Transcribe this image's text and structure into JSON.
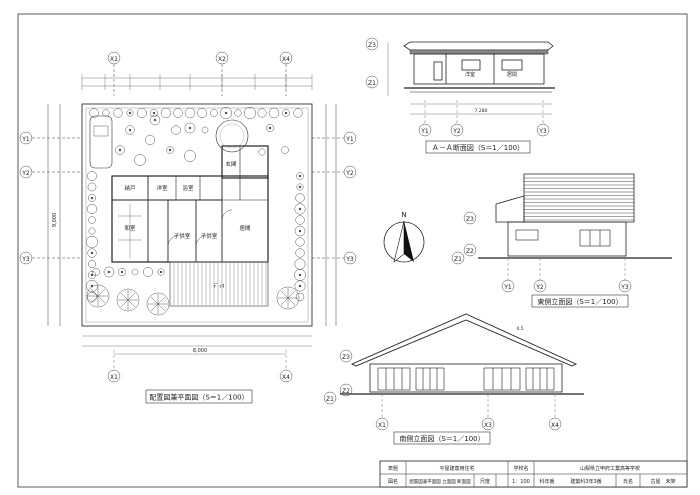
{
  "captions": {
    "plan": "配置図兼平面図（S＝1／100）",
    "section": "Ａ－Ａ断面図（S＝1／100）",
    "east": "東側立面図（S＝1／100）",
    "south": "南側立面図（S＝1／100）"
  },
  "north": "N",
  "plan_rooms": {
    "r1": "納戸",
    "r2": "洋室",
    "r3": "浴室",
    "r4": "和室",
    "r5": "子供室",
    "r6": "子供室",
    "r7": "居間",
    "r8": "玄関",
    "r9": "ﾃﾞｯｷ"
  },
  "section_labels": {
    "room_a": "洋室",
    "room_b": "居間"
  },
  "grid_labels": {
    "x1": "X1",
    "x2": "X2",
    "x3": "X3",
    "x4": "X4",
    "y1": "Y1",
    "y2": "Y2",
    "y3": "Y3",
    "z1": "Z1",
    "z2": "Z2",
    "z3": "Z3"
  },
  "dims": {
    "plan_total": "8,000",
    "plan_total_v": "9,000",
    "sec_total": "7,280",
    "east_slope": "4.5"
  },
  "titleblock": {
    "l_title": "表題",
    "v_title": "平屋建専用住宅",
    "l_school": "学校名",
    "v_school": "山梨県立甲府工業高等学校",
    "l_name": "図名",
    "v_name": "配置図兼平面図 立面図 断面図",
    "l_scale": "尺度",
    "v_scale": "1：100",
    "l_dept": "科年番",
    "v_dept": "建築科3年3番",
    "l_person": "氏名",
    "v_person": "古屋　未架"
  }
}
